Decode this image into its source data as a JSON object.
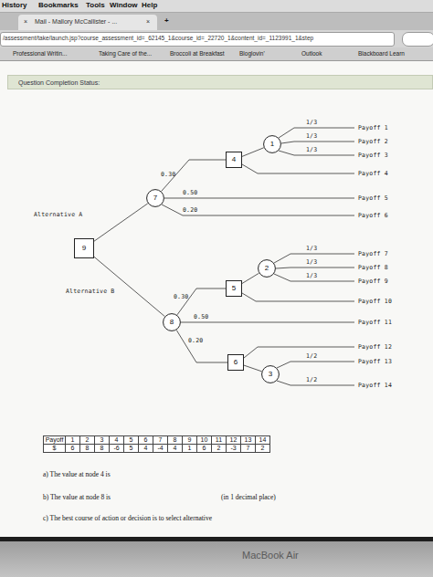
{
  "diagram": {
    "nodes": [
      {
        "text": [
          "9"
        ]
      },
      {
        "text": [
          "7"
        ]
      },
      {
        "text": [
          "4"
        ]
      },
      {
        "text": [
          "1"
        ]
      },
      {
        "text": [
          "8"
        ]
      },
      {
        "text": [
          "5"
        ]
      },
      {
        "text": [
          "2"
        ]
      },
      {
        "text": [
          "6"
        ]
      },
      {
        "text": [
          "3"
        ]
      }
    ],
    "edges": [
      {
        "from": 0,
        "to": 1,
        "arrow": "none",
        "label": "Alternative A"
      },
      {
        "from": 0,
        "to": 4,
        "arrow": "none",
        "label": "Alternative B"
      },
      {
        "from": 1,
        "to": 2,
        "arrow": "none",
        "label": "0.30"
      },
      {
        "from": 2,
        "to": 3,
        "arrow": "none"
      },
      {
        "from": 4,
        "to": 5,
        "arrow": "none",
        "label": "0.30"
      },
      {
        "from": 5,
        "to": 6,
        "arrow": "none"
      },
      {
        "from": 4,
        "to": 7,
        "arrow": "none",
        "label": "0.20"
      },
      {
        "from": 7,
        "to": 8,
        "arrow": "none"
      }
    ],
    "labels": [
      "History",
      "Bookmarks",
      "Tools",
      "Window",
      "Help",
      "×",
      "Mail - Mallory McCallister - ...",
      "×",
      "+",
      "/assessment/take/launch.jsp?course_assessment_id=_62145_1&course_id=_22720_1&content_id=_1123991_1&step",
      "Professional Writin...",
      "Taking Care of the...",
      "Broccoli at Breakfast",
      "Bloglovin'",
      "Outlook",
      "Blackboard Learn",
      "Question Completion Status:",
      "1/3",
      "1/3",
      "1/3",
      "Payoff 1",
      "Payoff 2",
      "Payoff 3",
      "Payoff 4",
      "0.50",
      "Payoff 5",
      "0.20",
      "Payoff 6",
      "1/3",
      "1/3",
      "1/3",
      "Payoff 7",
      "Payoff 8",
      "Payoff 9",
      "Payoff 10",
      "0.50",
      "Payoff 11",
      "Payoff 12",
      "1/2",
      "Payoff 13",
      "1/2",
      "Payoff 14",
      "Payoff",
      "1",
      "2",
      "3",
      "4",
      "5",
      "6",
      "7",
      "8",
      "9",
      "10",
      "11",
      "12",
      "13",
      "14",
      "$",
      "6",
      "8",
      "8",
      "-6",
      "5",
      "4",
      "-4",
      "4",
      "1",
      "6",
      "2",
      "-3",
      "7",
      "2",
      "a) The value at node 4 is",
      "b) The value at node 8 is",
      "(in 1 decimal place)",
      "c) The best course of action or decision is to select alternative",
      "MacBook Air"
    ]
  }
}
